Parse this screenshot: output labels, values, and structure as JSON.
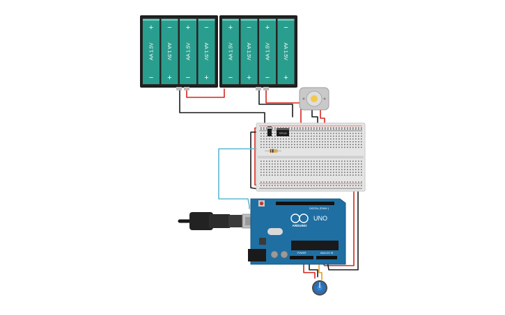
{
  "battery_packs": [
    {
      "cells": [
        {
          "label": "AA 1.5V",
          "plus": "+",
          "minus": "−"
        },
        {
          "label": "AA 1.5V",
          "plus": "+",
          "minus": "−"
        },
        {
          "label": "AA 1.5V",
          "plus": "+",
          "minus": "−"
        },
        {
          "label": "AA 1.5V",
          "plus": "+",
          "minus": "−"
        }
      ]
    },
    {
      "cells": [
        {
          "label": "AA 1.5V",
          "plus": "+",
          "minus": "−"
        },
        {
          "label": "AA 1.5V",
          "plus": "+",
          "minus": "−"
        },
        {
          "label": "AA 1.5V",
          "plus": "+",
          "minus": "−"
        },
        {
          "label": "AA 1.5V",
          "plus": "+",
          "minus": "−"
        }
      ]
    }
  ],
  "transistor": {
    "label": "TIP120"
  },
  "arduino": {
    "brand": "ARDUINO",
    "model": "UNO",
    "header_label": "DIGITAL (PWM~)",
    "power_label": "POWER",
    "analog_label": "ANALOG IN"
  },
  "colors": {
    "wire_red": "#d9241c",
    "wire_black": "#1a1a1a",
    "wire_cyan": "#5bb8d4",
    "wire_pink": "#c23b8a",
    "wire_orange": "#e39c1e",
    "battery_body": "#1e1e1e",
    "battery_cell": "#2a9e8e",
    "arduino_board": "#1f6fa3",
    "breadboard": "#e4e4e4",
    "pot_knob": "#2d6fb5"
  }
}
